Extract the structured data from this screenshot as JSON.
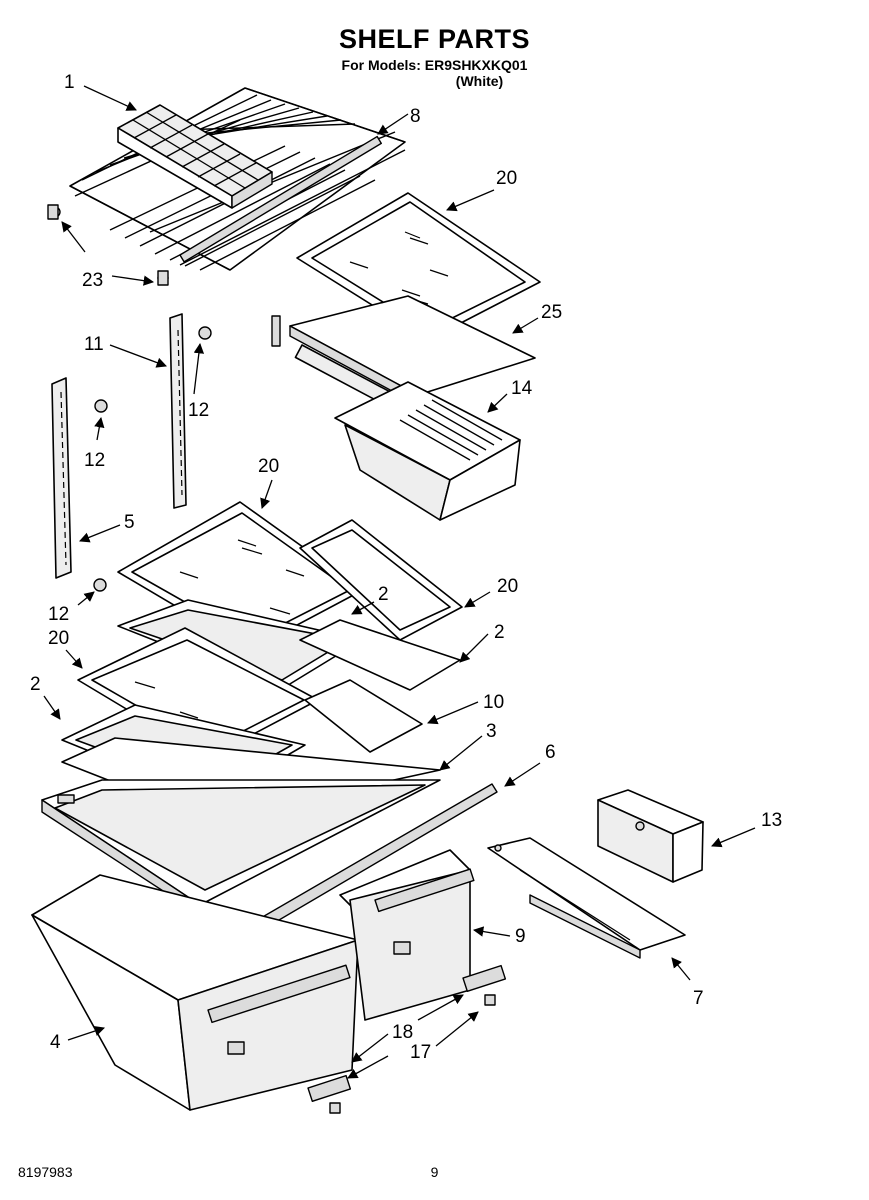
{
  "header": {
    "title": "SHELF PARTS",
    "models": "For Models: ER9SHKXKQ01",
    "variant": "(White)"
  },
  "footer": {
    "doc_number": "8197983",
    "page_number": "9"
  },
  "callouts": [
    {
      "id": "c1",
      "label": "1"
    },
    {
      "id": "c8",
      "label": "8"
    },
    {
      "id": "c20a",
      "label": "20"
    },
    {
      "id": "c23",
      "label": "23"
    },
    {
      "id": "c25",
      "label": "25"
    },
    {
      "id": "c11",
      "label": "11"
    },
    {
      "id": "c12a",
      "label": "12"
    },
    {
      "id": "c14",
      "label": "14"
    },
    {
      "id": "c12b",
      "label": "12"
    },
    {
      "id": "c20b",
      "label": "20"
    },
    {
      "id": "c5",
      "label": "5"
    },
    {
      "id": "c20c",
      "label": "20"
    },
    {
      "id": "c2a",
      "label": "2"
    },
    {
      "id": "c12c",
      "label": "12"
    },
    {
      "id": "c2b",
      "label": "2"
    },
    {
      "id": "c20d",
      "label": "20"
    },
    {
      "id": "c2c",
      "label": "2"
    },
    {
      "id": "c10",
      "label": "10"
    },
    {
      "id": "c3",
      "label": "3"
    },
    {
      "id": "c6",
      "label": "6"
    },
    {
      "id": "c13",
      "label": "13"
    },
    {
      "id": "c9",
      "label": "9"
    },
    {
      "id": "c7",
      "label": "7"
    },
    {
      "id": "c4",
      "label": "4"
    },
    {
      "id": "c18",
      "label": "18"
    },
    {
      "id": "c17",
      "label": "17"
    }
  ]
}
